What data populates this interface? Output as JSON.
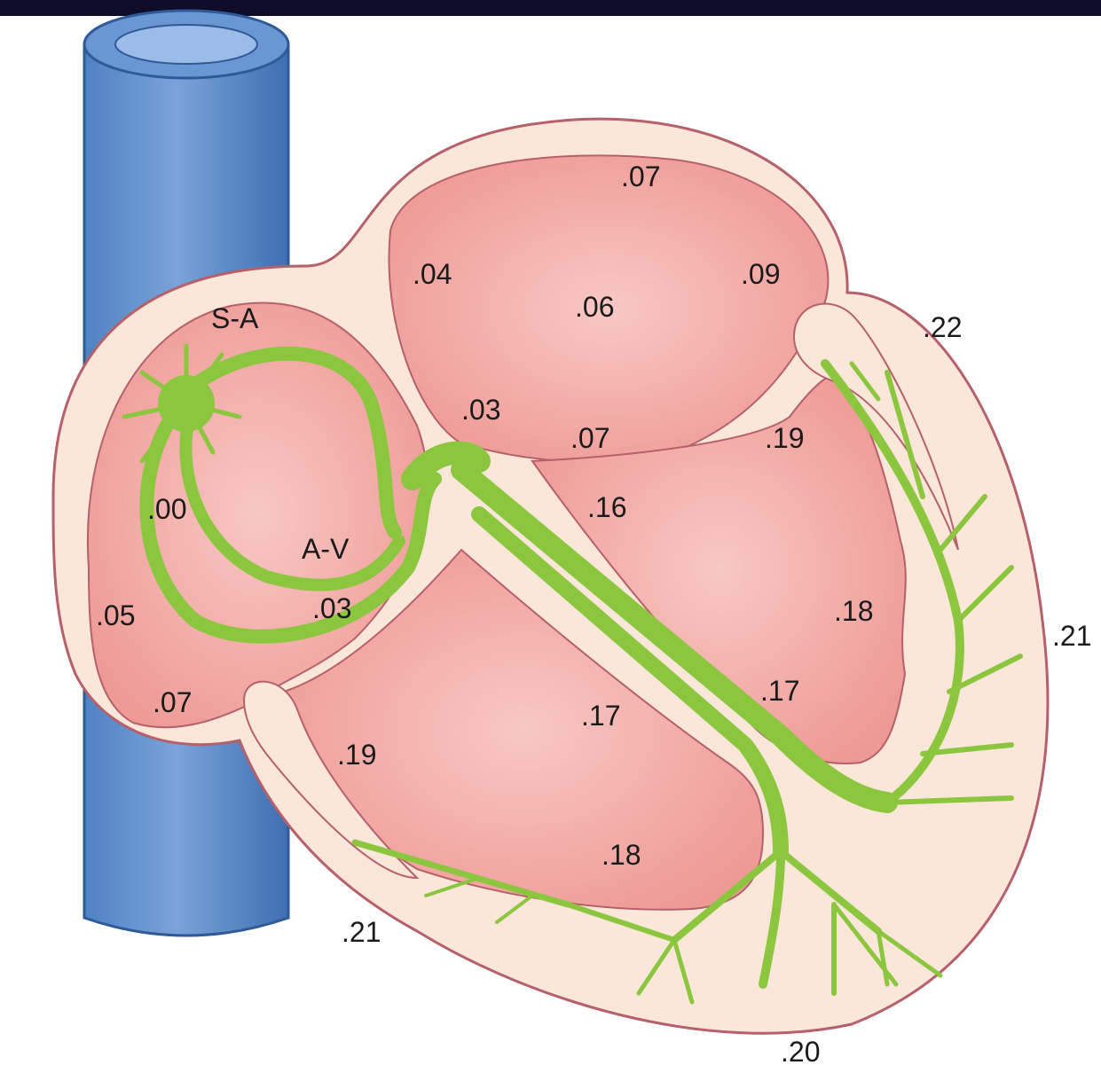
{
  "diagram": {
    "labels": {
      "sa_node": "S-A",
      "av_node": "A-V"
    },
    "timings": {
      "sa_node_time": ".00",
      "right_atrium_lateral": ".05",
      "right_atrium_lower": ".07",
      "av_node_entry": ".03",
      "left_atrium_upper": ".04",
      "left_atrium_top": ".07",
      "left_atrium_center": ".06",
      "left_atrium_right": ".09",
      "left_atrium_septal": ".03",
      "left_atrium_lower": ".07",
      "left_ventricle_outer_upper": ".22",
      "left_ventricle_upper": ".19",
      "septum_upper": ".16",
      "left_ventricle_mid": ".18",
      "left_ventricle_outer_mid": ".21",
      "septum_lower": ".17",
      "right_ventricle_mid": ".17",
      "right_ventricle_upper": ".19",
      "right_ventricle_lower": ".18",
      "right_ventricle_outer": ".21",
      "apex": ".20"
    }
  },
  "colors": {
    "vein": "#5b8ecb",
    "vein_dark": "#3e6fb2",
    "myocardium": "#fbe6da",
    "outline": "#b5606a",
    "chamber": "#f0a3a0",
    "conduction": "#8cc63f",
    "header_band": "#0f0c2a"
  }
}
